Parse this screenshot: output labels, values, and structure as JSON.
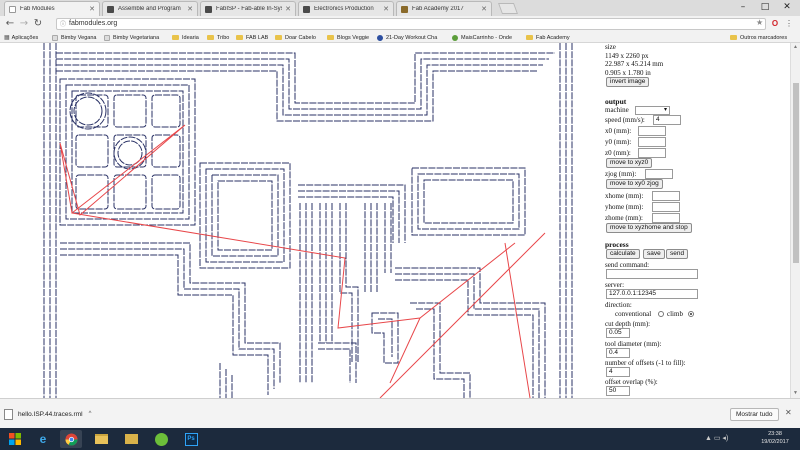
{
  "browser": {
    "tabs": [
      {
        "label": "Fab Modules",
        "active": true,
        "favicon_color": "#ffffff"
      },
      {
        "label": "Assemble and Program",
        "active": false,
        "favicon_color": "#4a4a4a"
      },
      {
        "label": "FabISP - Fab-able In-Sys",
        "active": false,
        "favicon_color": "#4a4a4a"
      },
      {
        "label": "Electronics Production",
        "active": false,
        "favicon_color": "#4a4a4a"
      },
      {
        "label": "Fab Academy 2017",
        "active": false,
        "favicon_color": "#8a6a2a"
      }
    ],
    "url": "fabmodules.org",
    "window_controls": {
      "minimize": "–",
      "maximize": "□",
      "close": "✕"
    }
  },
  "bookmarks": {
    "items": [
      {
        "label": "Aplicações",
        "icon": "apps-icon"
      },
      {
        "label": "Bimby Vegana",
        "icon": "page-icon"
      },
      {
        "label": "Bimby Vegetariana",
        "icon": "page-icon"
      },
      {
        "label": "Idearia",
        "icon": "folder-icon"
      },
      {
        "label": "Tribo",
        "icon": "folder-icon"
      },
      {
        "label": "FAB LAB",
        "icon": "folder-icon"
      },
      {
        "label": "Doar Cabelo",
        "icon": "folder-icon"
      },
      {
        "label": "Blogs Veggie",
        "icon": "folder-icon"
      },
      {
        "label": "21-Day Workout Cha",
        "icon": "bookmark-icon"
      },
      {
        "label": "MaisCarrinho - Onde",
        "icon": "bookmark-icon"
      },
      {
        "label": "Fab Academy",
        "icon": "folder-icon"
      }
    ],
    "other": "Outros marcadores"
  },
  "panel": {
    "size_header": "size",
    "size_px": "1149 x 2260 px",
    "size_mm": "22.987 x 45.214 mm",
    "size_in": "0.905 x 1.780 in",
    "invert_button": "invert image",
    "output_header": "output",
    "machine_label": "machine",
    "speed_label": "speed (mm/s):",
    "speed_value": "4",
    "x0_label": "x0 (mm):",
    "y0_label": "y0 (mm):",
    "z0_label": "z0 (mm):",
    "move_xyz0_button": "move to xyz0",
    "zjog_label": "zjog (mm):",
    "move_xy0_zjog_button": "move to xy0 zjog",
    "xhome_label": "xhome (mm):",
    "yhome_label": "yhome (mm):",
    "zhome_label": "zhome (mm):",
    "move_home_stop_button": "move to xyzhome and stop",
    "process_header": "process",
    "calculate_button": "calculate",
    "save_button": "save",
    "send_button": "send",
    "send_command_label": "send command:",
    "server_label": "server:",
    "server_value": "127.0.0.1:12345",
    "direction_label": "direction:",
    "conventional_label": "conventional",
    "climb_label": "climb",
    "cut_depth_label": "cut depth (mm):",
    "cut_depth_value": "0.05",
    "tool_diameter_label": "tool diameter (mm):",
    "tool_diameter_value": "0.4",
    "offsets_label": "number of offsets (-1 to fill):",
    "offsets_value": "4",
    "overlap_label": "offset overlap (%):",
    "overlap_value": "50"
  },
  "downloads": {
    "file_name": "hello.ISP.44.traces.rml",
    "show_all": "Mostrar tudo"
  },
  "taskbar": {
    "apps": [
      "start-button",
      "ie-icon",
      "chrome-icon",
      "file-explorer-icon",
      "folder-icon",
      "green-app-icon",
      "photoshop-icon"
    ],
    "time": "23:38",
    "date": "19/02/2017"
  },
  "colors": {
    "toolpath": "#2a3266",
    "jog_moves": "#e8474a",
    "taskbar": "#1c2a3d"
  }
}
